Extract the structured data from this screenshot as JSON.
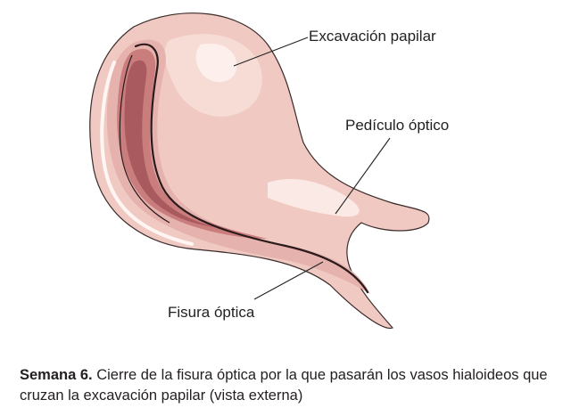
{
  "labels": {
    "excavacion": "Excavación papilar",
    "pediculo": "Pedículo óptico",
    "fisura": "Fisura óptica"
  },
  "caption": {
    "bold": "Semana 6.",
    "text": " Cierre de la fisura óptica por la que pasarán los vasos hialoideos que cruzan la excavación papilar (vista externa)"
  },
  "colors": {
    "outer": "#f0c9c2",
    "mid": "#e3aaa5",
    "inner": "#c97d7c",
    "deep": "#a85a5e",
    "highlight": "#fbe7e3",
    "stroke": "#3a2a2a"
  }
}
